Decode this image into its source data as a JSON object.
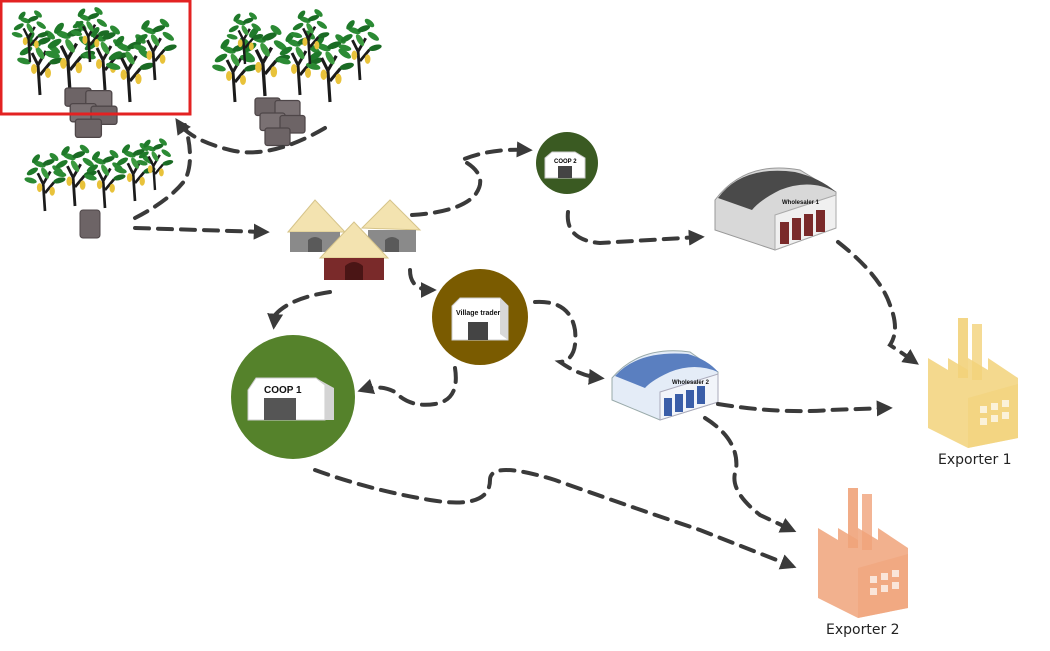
{
  "nodes": {
    "coop1": "COOP 1",
    "coop2": "COOP 2",
    "village_trader": "Village trader",
    "wholesaler1": "Wholesaler 1",
    "wholesaler2": "Wholesaler 2",
    "exporter1": "Exporter 1",
    "exporter2": "Exporter 2"
  },
  "colors": {
    "coop1_circle": "#55822b",
    "coop2_circle": "#3a5a22",
    "village_trader_circle": "#7a5b00",
    "highlight_box": "#e32222",
    "arrow": "#3a3a3a",
    "exporter1": "#f2d27a",
    "exporter2": "#f0a37a",
    "wholesaler1_roof": "#4a4a4a",
    "wholesaler2_roof": "#5a7fc0"
  },
  "icons": [
    "farm-trees-icon",
    "cocoa-bags-icon",
    "village-huts-icon",
    "warehouse-icon",
    "factory-icon"
  ]
}
